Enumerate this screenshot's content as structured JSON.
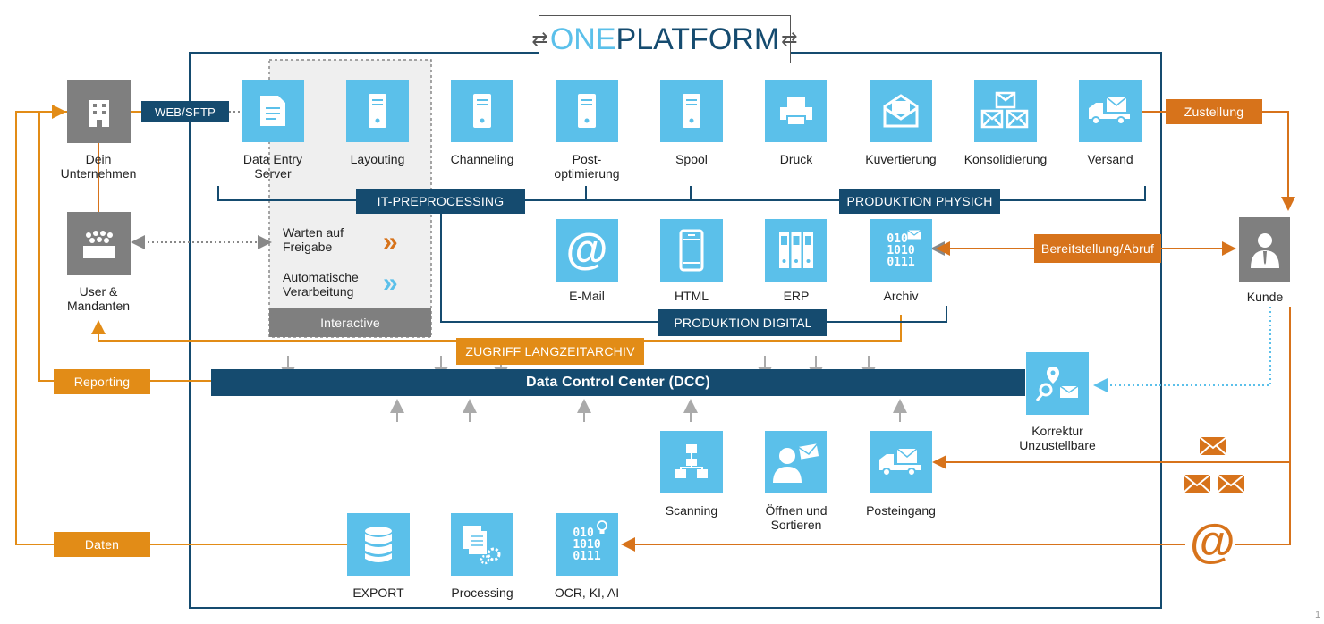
{
  "title": {
    "prefix": "ONE",
    "main": "PLATFORM"
  },
  "top_row": [
    {
      "id": "data-entry",
      "label": "Data Entry\nServer",
      "icon": "document-icon"
    },
    {
      "id": "layouting",
      "label": "Layouting",
      "icon": "server-icon"
    },
    {
      "id": "channeling",
      "label": "Channeling",
      "icon": "server-icon"
    },
    {
      "id": "postoptimierung",
      "label": "Post-\noptimierung",
      "icon": "server-icon"
    },
    {
      "id": "spool",
      "label": "Spool",
      "icon": "server-icon"
    },
    {
      "id": "druck",
      "label": "Druck",
      "icon": "printer-icon"
    },
    {
      "id": "kuvertierung",
      "label": "Kuvertierung",
      "icon": "envelope-open-icon"
    },
    {
      "id": "konsolidierung",
      "label": "Konsolidierung",
      "icon": "envelopes-icon"
    },
    {
      "id": "versand",
      "label": "Versand",
      "icon": "truck-icon"
    }
  ],
  "digital_row": [
    {
      "id": "email",
      "label": "E-Mail",
      "icon": "at-icon"
    },
    {
      "id": "html",
      "label": "HTML",
      "icon": "phone-icon"
    },
    {
      "id": "erp",
      "label": "ERP",
      "icon": "binders-icon"
    },
    {
      "id": "archiv",
      "label": "Archiv",
      "icon": "binary-mail-icon",
      "glyph": "010\n1010\n0111"
    }
  ],
  "inbound_row": [
    {
      "id": "scanning",
      "label": "Scanning",
      "icon": "network-icon"
    },
    {
      "id": "oeffnen",
      "label": "Öffnen und\nSortieren",
      "icon": "person-mail-icon"
    },
    {
      "id": "posteingang",
      "label": "Posteingang",
      "icon": "truck-icon"
    }
  ],
  "bottom_row": [
    {
      "id": "export",
      "label": "EXPORT",
      "icon": "database-icon"
    },
    {
      "id": "processing",
      "label": "Processing",
      "icon": "documents-gear-icon"
    },
    {
      "id": "ocr",
      "label": "OCR, KI, AI",
      "icon": "binary-bulb-icon",
      "glyph": "010\n1010\n0111"
    }
  ],
  "left": {
    "unternehmen": "Dein\nUnternehmen",
    "user": "User &\nMandanten"
  },
  "right": {
    "kunde": "Kunde",
    "korrektur": "Korrektur\nUnzustellbare"
  },
  "tags": {
    "web_sftp": "WEB/SFTP",
    "it_preprocessing": "IT-PREPROCESSING",
    "produktion_physich": "PRODUKTION PHYSICH",
    "produktion_digital": "PRODUKTION DIGITAL",
    "zustellung": "Zustellung",
    "bereitstellung": "Bereitstellung/Abruf",
    "zugriff": "ZUGRIFF LANGZEITARCHIV",
    "reporting": "Reporting",
    "daten": "Daten",
    "dcc": "Data Control Center (DCC)",
    "interactive": "Interactive"
  },
  "interactive_panel": {
    "warten": "Warten auf\nFreigabe",
    "auto": "Automatische\nVerarbeitung"
  },
  "page_number": "1",
  "colors": {
    "navy": "#154b6f",
    "blue": "#5bc0ea",
    "orange": "#d7731b",
    "amber": "#e28c17",
    "grey": "#7f7f7f"
  }
}
